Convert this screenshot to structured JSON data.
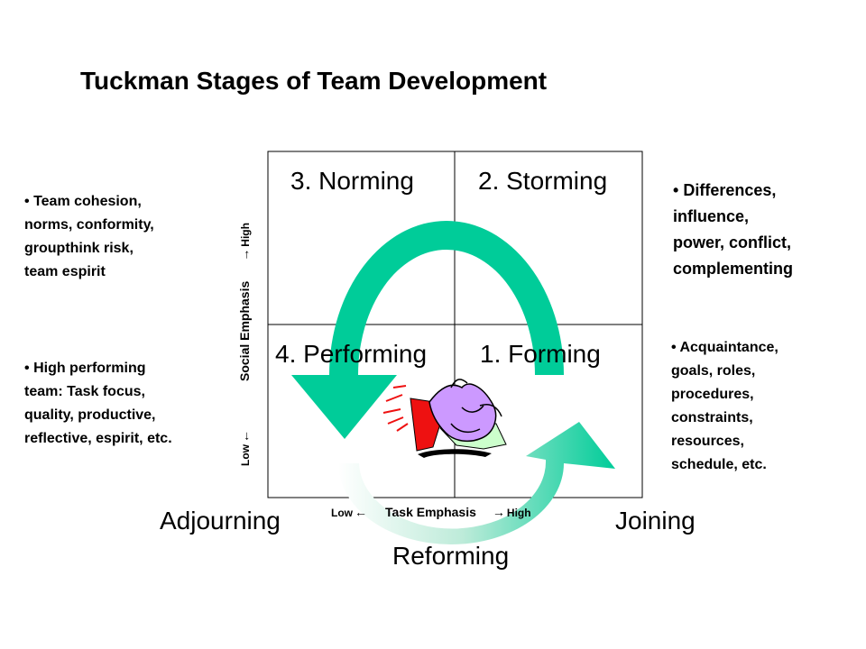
{
  "title": "Tuckman Stages of Team Development",
  "quadrants": {
    "norming": "3. Norming",
    "storming": "2. Storming",
    "performing": "4. Performing",
    "forming": "1. Forming"
  },
  "stages": {
    "adjourning": "Adjourning",
    "joining": "Joining",
    "reforming": "Reforming"
  },
  "axes": {
    "x": {
      "low": "Low",
      "label": "Task Emphasis",
      "high": "High",
      "arrow_low": "←",
      "arrow_high": "→"
    },
    "y": {
      "low": "Low",
      "label": "Social Emphasis",
      "high": "High",
      "arrow_low": "←",
      "arrow_high": "→"
    }
  },
  "notes": {
    "top_left": {
      "bullet": "•",
      "lines": [
        "Team cohesion,",
        "norms, conformity,",
        "groupthink risk,",
        "team espirit"
      ]
    },
    "bottom_left": {
      "bullet": "•",
      "lines": [
        "High performing",
        "team: Task focus,",
        "quality, productive,",
        "reflective, espirit, etc."
      ]
    },
    "top_right": {
      "bullet": "•",
      "lines": [
        "Differences,",
        "influence,",
        "power, conflict,",
        "complementing"
      ]
    },
    "bottom_right": {
      "bullet": "•",
      "lines": [
        "Acquaintance,",
        "goals, roles,",
        "procedures,",
        "constraints,",
        "resources,",
        "schedule, etc."
      ]
    }
  },
  "colors": {
    "arrow_green": "#00cc99",
    "grid_line": "#000000",
    "clipart_red": "#ee1111",
    "clipart_purple": "#cc99ff"
  },
  "icons": {
    "clipart": "team-clipart-icon"
  }
}
